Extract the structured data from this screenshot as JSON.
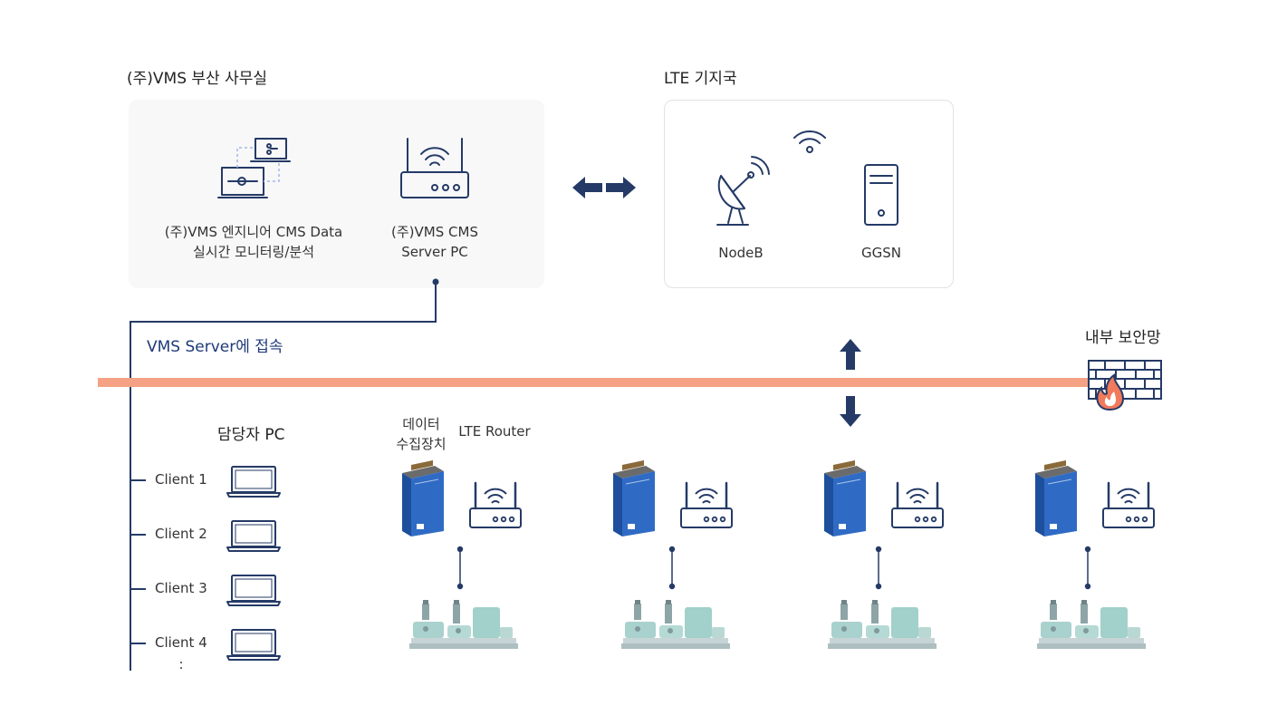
{
  "office": {
    "title": "(주)VMS 부산 사무실",
    "engineer_line1": "(주)VMS 엔지니어 CMS Data",
    "engineer_line2": "실시간 모니터링/분석",
    "server_line1": "(주)VMS  CMS",
    "server_line2": "Server PC"
  },
  "lte": {
    "title": "LTE 기지국",
    "nodeb": "NodeB",
    "ggsn": "GGSN"
  },
  "connection_label": "VMS Server에 접속",
  "internal_network": "내부 보안망",
  "client_pc": {
    "title": "담당자 PC",
    "clients": [
      "Client 1",
      "Client 2",
      "Client 3",
      "Client 4"
    ],
    "more": ":"
  },
  "site": {
    "collector_line1": "데이터",
    "collector_line2": "수집장치",
    "router": "LTE Router"
  },
  "colors": {
    "navy": "#253a66",
    "firewall_bar": "#f4a184",
    "device_blue": "#2f6bc4",
    "flame": "#f07a5c"
  }
}
